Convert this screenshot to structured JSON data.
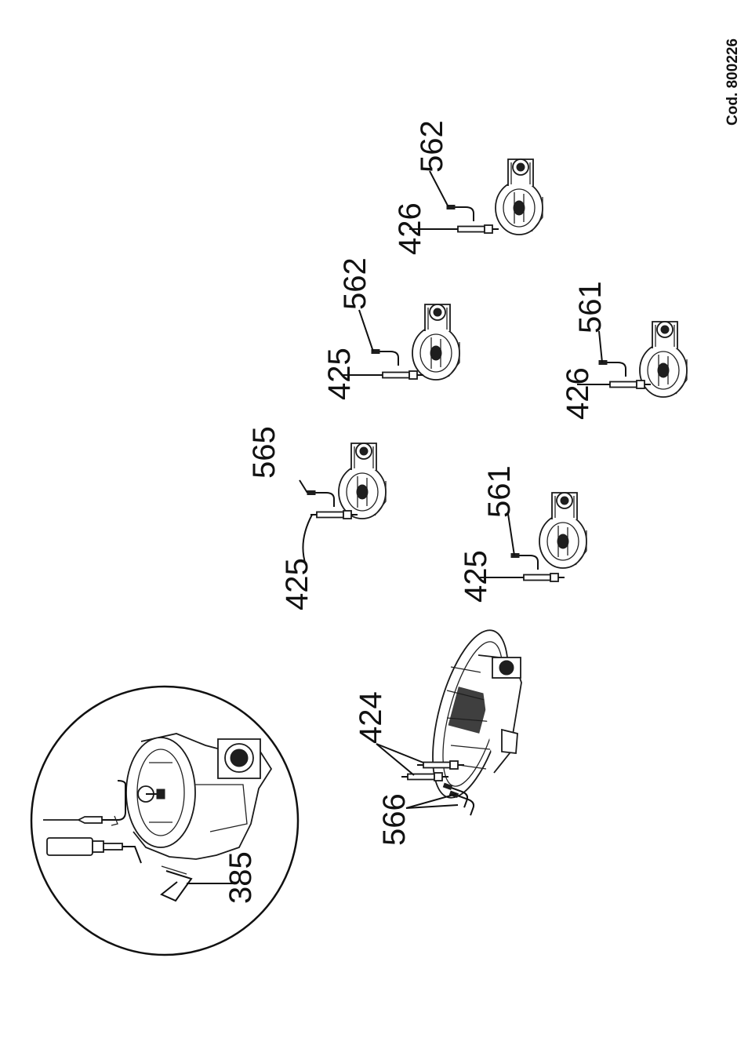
{
  "drawing_code": "Cod. 800226",
  "callouts": {
    "detail_clip": "385",
    "main_electrodes": "424",
    "main_wires": "566",
    "group_a_wire": "565",
    "group_a_electrode": "425",
    "group_b_wire": "562",
    "group_b_electrode": "425",
    "group_c_wire": "562",
    "group_c_electrode": "426",
    "group_d_wire": "561",
    "group_d_electrode": "425",
    "group_e_wire": "561",
    "group_e_electrode": "426"
  }
}
